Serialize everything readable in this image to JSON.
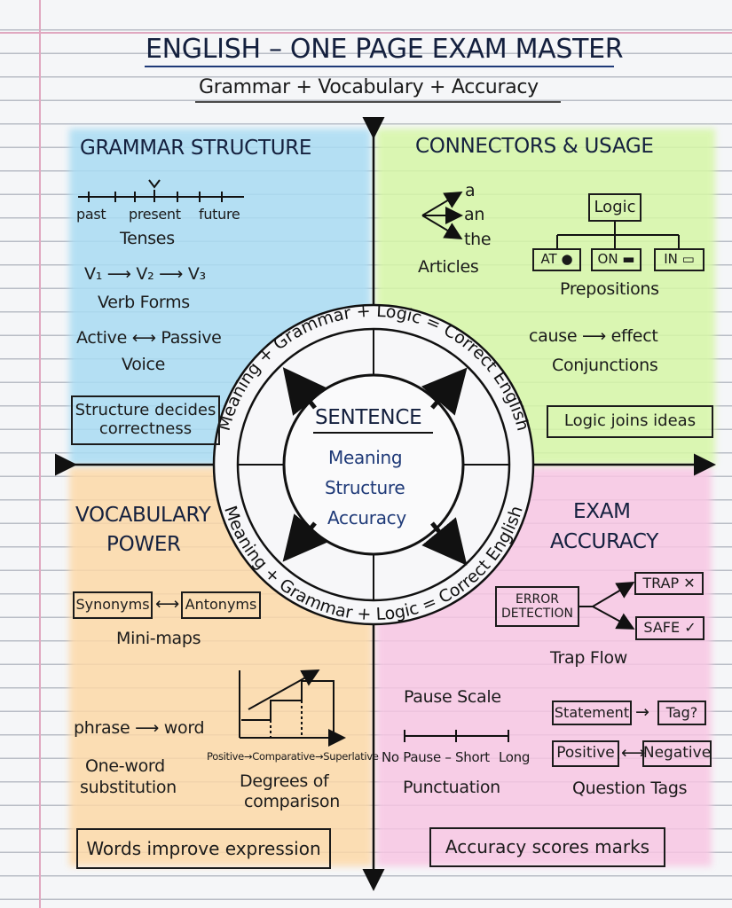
{
  "title": "ENGLISH – ONE PAGE EXAM MASTER",
  "subtitle": "Grammar + Vocabulary + Accuracy",
  "center": {
    "heading": "SENTENCE",
    "lines": [
      "Meaning",
      "Structure",
      "Accuracy"
    ],
    "ring_text": "Meaning + Grammar + Logic = Correct English"
  },
  "grammar": {
    "heading": "GRAMMAR STRUCTURE",
    "timeline": [
      "past",
      "present",
      "future"
    ],
    "tenses": "Tenses",
    "verb_forms_seq": "V₁ ⟶ V₂ ⟶ V₃",
    "verb_forms": "Verb Forms",
    "voice_seq": "Active ⟷ Passive",
    "voice": "Voice",
    "box": [
      "Structure decides",
      "correctness"
    ]
  },
  "connectors": {
    "heading": "CONNECTORS & USAGE",
    "articles_items": [
      "a",
      "an",
      "the"
    ],
    "articles": "Articles",
    "logic": "Logic",
    "prepositions_items": [
      "AT ●",
      "ON ▬",
      "IN ▭"
    ],
    "prepositions": "Prepositions",
    "conj_seq": "cause ⟶ effect",
    "conjunctions": "Conjunctions",
    "box": "Logic joins ideas"
  },
  "vocabulary": {
    "heading": [
      "VOCABULARY",
      "POWER"
    ],
    "synonyms": "Synonyms",
    "antonyms": "Antonyms",
    "mini_maps": "Mini-maps",
    "phrase_seq": "phrase ⟶ word",
    "one_word": [
      "One-word",
      "substitution"
    ],
    "degrees_seq": "Positive→Comparative→Superlative",
    "degrees": [
      "Degrees of",
      "comparison"
    ],
    "box": "Words improve expression"
  },
  "exam": {
    "heading": [
      "EXAM",
      "ACCURACY"
    ],
    "error_detection": [
      "ERROR",
      "DETECTION"
    ],
    "trap": "TRAP ✕",
    "safe": "SAFE ✓",
    "trap_flow": "Trap Flow",
    "pause_scale": "Pause Scale",
    "pause_labels": [
      "No Pause – Short",
      "Long"
    ],
    "punctuation": "Punctuation",
    "statement": "Statement",
    "tag": "Tag?",
    "positive": "Positive",
    "negative": "Negative",
    "question_tags": "Question Tags",
    "box": "Accuracy scores marks"
  },
  "colors": {
    "blue": "#a9dcf3",
    "green": "#d6f7a6",
    "orange": "#fdd9a8",
    "pink": "#f8c6e3",
    "ink": "#14203e"
  }
}
